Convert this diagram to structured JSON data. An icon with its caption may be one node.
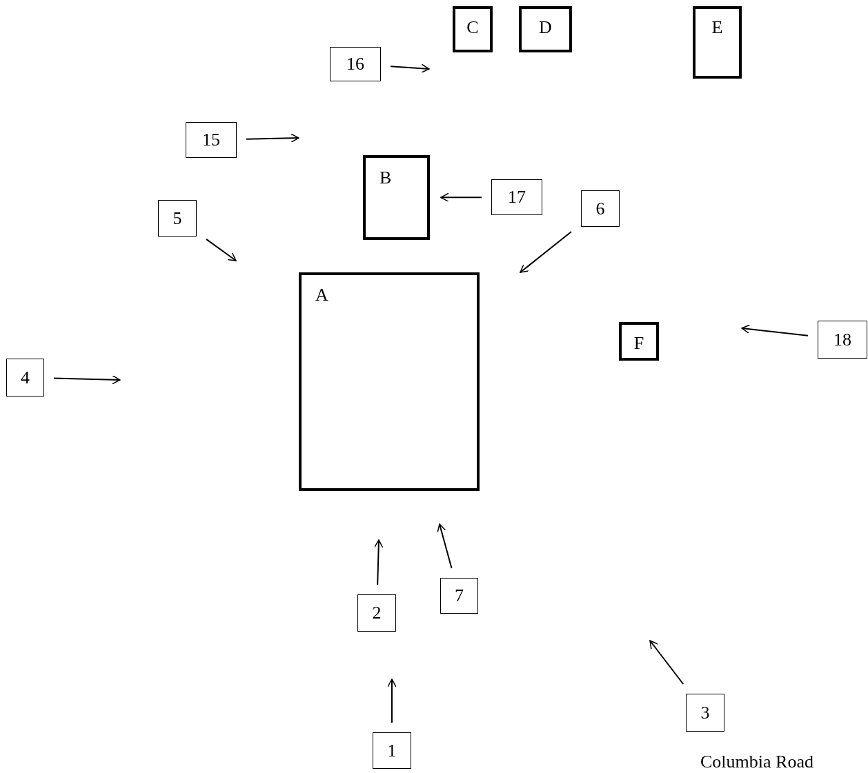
{
  "diagram": {
    "nodes": [
      {
        "text": [
          "C"
        ]
      },
      {
        "text": [
          "D"
        ]
      },
      {
        "text": [
          "E"
        ]
      },
      {
        "text": [
          "16"
        ]
      },
      {
        "text": [
          "15"
        ]
      },
      {
        "text": [
          "B"
        ]
      },
      {
        "text": [
          "17"
        ]
      },
      {
        "text": [
          "5"
        ]
      },
      {
        "text": [
          "6"
        ]
      },
      {
        "text": [
          "A"
        ]
      },
      {
        "text": [
          "F"
        ]
      },
      {
        "text": [
          "18"
        ]
      },
      {
        "text": [
          "4"
        ]
      },
      {
        "text": [
          "7"
        ]
      },
      {
        "text": [
          "2"
        ]
      },
      {
        "text": [
          "1"
        ]
      },
      {
        "text": [
          "3"
        ]
      }
    ],
    "edges": [
      {
        "from": 3,
        "to": null,
        "arrow": "to"
      },
      {
        "from": 4,
        "to": null,
        "arrow": "to"
      },
      {
        "from": 6,
        "to": 5,
        "arrow": "to"
      },
      {
        "from": 7,
        "to": null,
        "arrow": "to"
      },
      {
        "from": 8,
        "to": null,
        "arrow": "to"
      },
      {
        "from": 11,
        "to": null,
        "arrow": "to"
      },
      {
        "from": 12,
        "to": null,
        "arrow": "to"
      },
      {
        "from": 13,
        "to": null,
        "arrow": "to"
      },
      {
        "from": 14,
        "to": null,
        "arrow": "to"
      },
      {
        "from": 15,
        "to": null,
        "arrow": "to"
      },
      {
        "from": 16,
        "to": null,
        "arrow": "to"
      }
    ],
    "labels": [
      "Columbia Road"
    ]
  }
}
